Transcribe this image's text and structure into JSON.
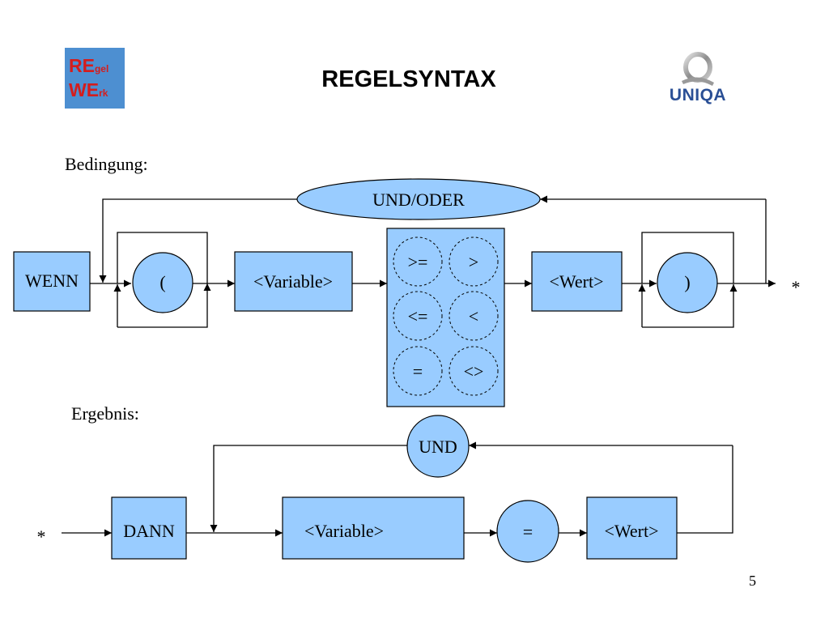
{
  "slide": {
    "title": "REGELSYNTAX",
    "page_number": "5"
  },
  "logo": {
    "line1_main": "RE",
    "line1_sub": "gel",
    "line2_main": "WE",
    "line2_sub": "rk"
  },
  "brand": {
    "name": "UNIQA"
  },
  "condition": {
    "label": "Bedingung:",
    "start": "WENN",
    "open_paren": "(",
    "variable": "<Variable>",
    "operators": [
      ">=",
      ">",
      "<=",
      "<",
      "=",
      "<>"
    ],
    "value": "<Wert>",
    "close_paren": ")",
    "connector": "UND/ODER",
    "continuation": "*"
  },
  "result": {
    "label": "Ergebnis:",
    "continuation": "*",
    "start": "DANN",
    "variable": "<Variable>",
    "assign": "=",
    "value": "<Wert>",
    "connector": "UND"
  },
  "colors": {
    "box_fill": "#99ccff",
    "box_stroke": "#000000",
    "connector_fill": "#99ccff",
    "logo_bg": "#4d8fd1",
    "logo_text": "#d41d1d",
    "brand_text": "#2a4f95"
  }
}
